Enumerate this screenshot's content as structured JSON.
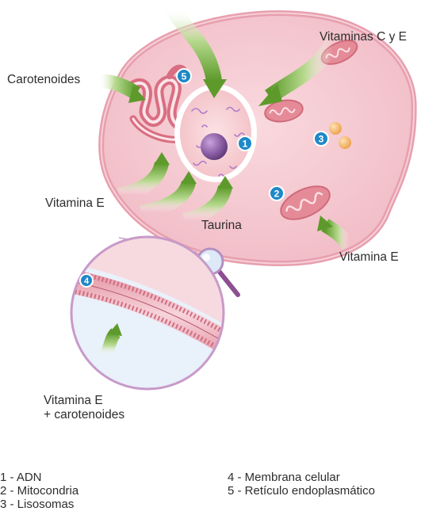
{
  "callouts": {
    "vitaminas_c_y_e": "Vitaminas C y E",
    "carotenoides": "Carotenoides",
    "vitamina_e_left": "Vitamina E",
    "taurina": "Taurina",
    "vitamina_e_right": "Vitamina E",
    "vitamina_e_membrane_line1": "Vitamina E",
    "vitamina_e_membrane_line2": "+ carotenoides"
  },
  "markers": {
    "adn": "1",
    "mitocondria": "2",
    "lisosomas": "3",
    "membrana": "4",
    "reticulo": "5"
  },
  "legend": {
    "left": [
      "1 - ADN",
      "2 - Mitocondria",
      "3 - Lisosomas"
    ],
    "right": [
      "4 - Membrana celular",
      "5 - Retículo endoplasmático"
    ]
  },
  "colors": {
    "cytoplasm": "#f4c7cf",
    "membrane": "#e9a3b1",
    "nucleus_fill": "#f8d3d6",
    "nucleolus": "#8d5fa6",
    "arrow_green": "#6fa033",
    "marker_blue": "#1e88c8",
    "lysosome_orange": "#f2b465"
  }
}
